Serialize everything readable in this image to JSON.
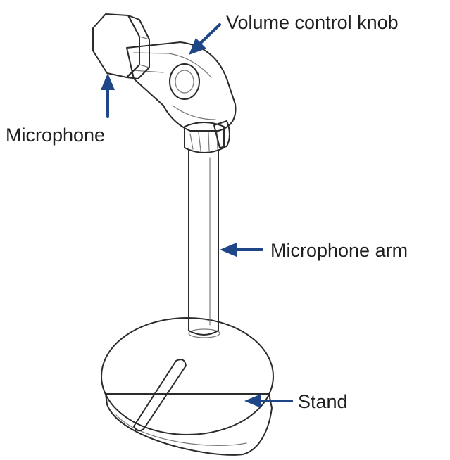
{
  "labels": {
    "volume_knob": "Volume control knob",
    "microphone": "Microphone",
    "microphone_arm": "Microphone arm",
    "stand": "Stand"
  },
  "colors": {
    "arrow": "#1f4788",
    "outline": "#2b2b2b",
    "text": "#1f1f1f"
  }
}
